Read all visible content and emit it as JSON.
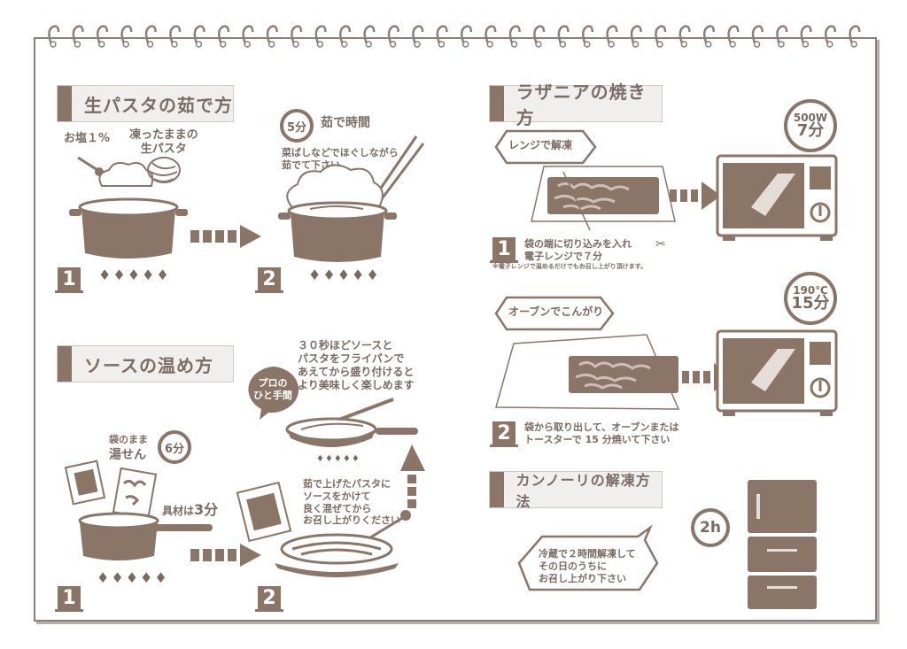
{
  "sections": {
    "pasta": {
      "title": "生パスタの茹で方",
      "salt_label": "お塩１%",
      "frozen_label": "凍ったままの\n生パスタ",
      "time_badge": "5分",
      "time_text": "茹で時間",
      "note": "菜ばしなどでほぐしながら\n茹でて下さい",
      "step1": "1",
      "step2": "2"
    },
    "sauce": {
      "title": "ソースの温め方",
      "bubble": "プロの\nひと手間",
      "tip": "３０秒ほどソースと\nパスタをフライパンで\nあえてから盛り付けると\nより美味しく楽しめます",
      "bag_label_1": "袋のまま",
      "bag_label_2": "湯せん",
      "time_badge": "6分",
      "ingredients_prefix": "具材は",
      "ingredients_value": "3分",
      "serve_note": "茹で上げたパスタに\nソースをかけて\n良く混ぜてから\nお召し上がりください",
      "step1": "1",
      "step2": "2"
    },
    "lasagna": {
      "title": "ラザニアの焼き方",
      "mw_label": "レンジで解凍",
      "mw_watt": "500W",
      "mw_time": "7分",
      "step1_text": "袋の端に切り込みを入れ\n電子レンジで７分",
      "step1_note": "※電子レンジで温めるだけでもお召し上がり頂けます。",
      "oven_label": "オーブンでこんがり",
      "oven_temp": "190℃",
      "oven_time": "15分",
      "step2_text": "袋から取り出して、オーブンまたは\nトースターで 15 分焼いて下さい",
      "step1": "1",
      "step2": "2"
    },
    "cannoli": {
      "title": "カンノーリの解凍方法",
      "time_badge": "2h",
      "text": "冷蔵で２時間解凍して\nその日のうちに\nお召し上がり下さい"
    }
  },
  "colors": {
    "primary": "#8b7567",
    "text": "#7a6a60",
    "light": "#f1efed",
    "border": "#8b7f77"
  }
}
